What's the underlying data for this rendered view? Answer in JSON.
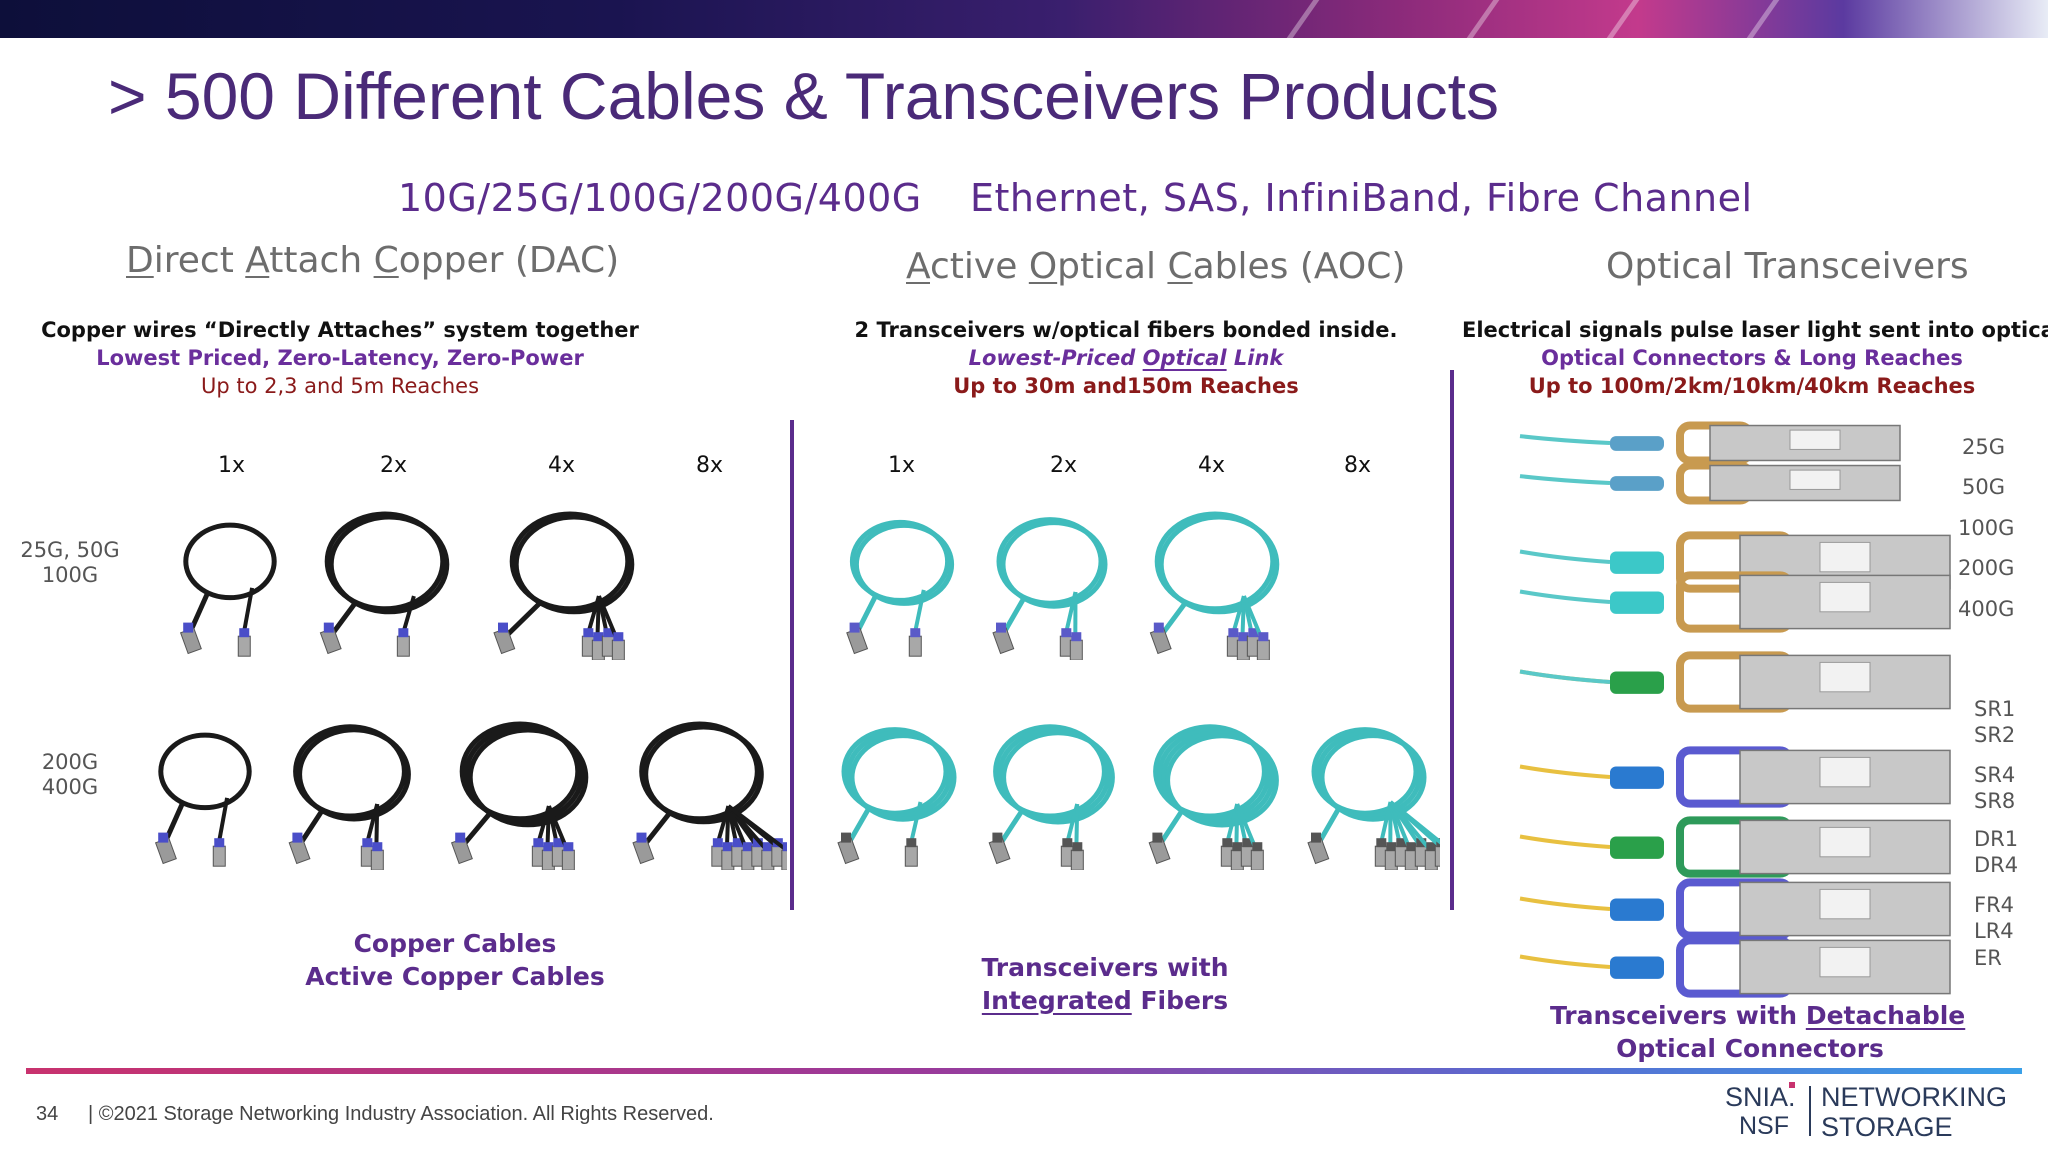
{
  "title": "> 500 Different Cables & Transceivers Products",
  "speeds_line": "10G/25G/100G/200G/400G",
  "protocols_line": "Ethernet, SAS, InfiniBand, Fibre Channel",
  "dac": {
    "heading_parts": [
      "D",
      "irect ",
      "A",
      "ttach ",
      "C",
      "opper (DAC)"
    ],
    "desc1": "Copper wires “Directly Attaches” system together",
    "desc2": "Lowest Priced, Zero-Latency, Zero-Power",
    "desc3": "Up to 2,3 and 5m Reaches",
    "multipliers": [
      "1x",
      "2x",
      "4x",
      "8x"
    ],
    "row_labels": [
      [
        "25G, 50G",
        "100G"
      ],
      [
        "200G",
        "400G"
      ]
    ],
    "caption_lines": [
      "Copper Cables",
      "Active Copper Cables"
    ],
    "color": "#1a1a1a",
    "connector_color": "#4a4ec8"
  },
  "aoc": {
    "heading_parts": [
      "A",
      "ctive ",
      "O",
      "ptical ",
      "C",
      "ables (AOC)"
    ],
    "desc1": "2 Transceivers w/optical fibers bonded inside.",
    "desc2_pre": "Lowest-Priced ",
    "desc2_u": "Optical",
    "desc2_post": " Link",
    "desc3": "Up to 30m and150m Reaches",
    "multipliers": [
      "1x",
      "2x",
      "4x",
      "8x"
    ],
    "caption_line1": "Transceivers with",
    "caption_u": "Integrated",
    "caption_post": " Fibers",
    "color": "#3fbcbc"
  },
  "optical": {
    "heading": "Optical Transceivers",
    "desc1": "Electrical signals pulse laser light sent into optical fibers",
    "desc2": "Optical Connectors & Long Reaches",
    "desc3": "Up to 100m/2km/10km/40km Reaches",
    "speeds": [
      "25G",
      "50G",
      "100G",
      "200G",
      "400G"
    ],
    "types": [
      [
        "SR1",
        "SR2"
      ],
      [
        "SR4",
        "SR8"
      ],
      [
        "DR1",
        "DR4"
      ],
      [
        "FR4",
        "LR4",
        "ER"
      ]
    ],
    "caption_pre": "Transceivers with ",
    "caption_u": "Detachable",
    "caption_line2": "Optical Connectors",
    "pull_colors": [
      "#c89a50",
      "#c89a50",
      "#c89a50",
      "#c89a50",
      "#c89a50",
      "#5a5ad0",
      "#2e9a5a",
      "#5a5ad0",
      "#5a5ad0",
      "#5a5ad0"
    ],
    "connector_colors": [
      "#5aa0c8",
      "#5aa0c8",
      "#3cc8c8",
      "#3cc8c8",
      "#2aa04a",
      "#2a7ad0",
      "#2aa04a",
      "#2a7ad0",
      "#2a7ad0",
      "#2a7ad0"
    ]
  },
  "footer": {
    "page_number": "34",
    "copyright": "| ©2021 Storage Networking Industry Association. All Rights Reserved.",
    "logo_snia": "SNIA.",
    "logo_nsf": "NSF",
    "logo_networking": "NETWORKING",
    "logo_storage": "STORAGE"
  },
  "colors": {
    "accent_purple": "#5b2c8c",
    "reach_red": "#8a1a1a"
  }
}
